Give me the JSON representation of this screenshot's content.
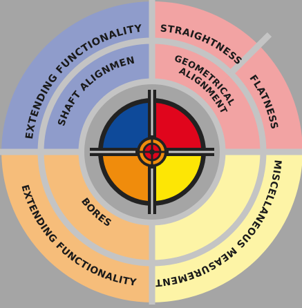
{
  "diagram": {
    "colors": {
      "background": "#a5a5a5",
      "blue": "#8f9ccb",
      "pink": "#f2a3a3",
      "yellow": "#fdf4a6",
      "orange": "#f6bd7a",
      "separator": "#c4c4c4",
      "hub_blue": "#0e4a9a",
      "hub_red": "#e0051c",
      "hub_orange": "#f08c0c",
      "hub_yellow": "#fde605",
      "hub_ring": "#222222"
    },
    "outer_ring": {
      "extending_functionality_top": "EXTENDING FUNCTIONALITY",
      "straightness": "STRAIGHTNESS",
      "flatness": "FLATNESS",
      "miscellaneous_measurement": "MISCELLANEOUS MEASUREMENT",
      "extending_functionality_bottom": "EXTENDING FUNCTIONALITY"
    },
    "inner_ring": {
      "shaft_alignment": "SHAFT ALIGNMENT",
      "geometrical_line1": "GEOMETRICAL",
      "geometrical_line2": "ALIGNMENT",
      "bores": "BORES"
    },
    "hub_icon": "crosshair-target-icon"
  }
}
